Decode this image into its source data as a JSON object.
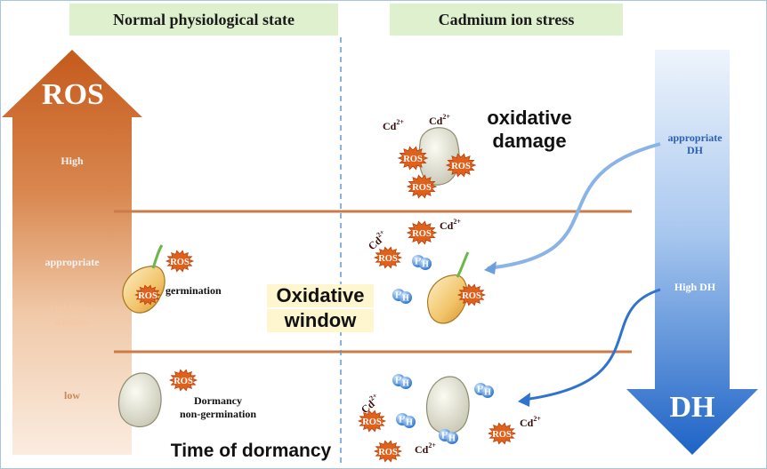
{
  "panels": {
    "left_title": "Normal physiological state",
    "right_title": "Cadmium ion stress"
  },
  "ros_axis": {
    "title": "ROS",
    "labels": {
      "high": "High",
      "appropriate": "appropriate",
      "oxidative": "Oxidative",
      "window": "window",
      "low": "low"
    }
  },
  "dh_axis": {
    "title": "DH",
    "labels": {
      "appropriate_line1": "appropriate",
      "appropriate_line2": "DH",
      "high": "High DH"
    }
  },
  "center": {
    "oxidative_damage_line1": "oxidative",
    "oxidative_damage_line2": "damage",
    "oxidative_window_line1": "Oxidative",
    "oxidative_window_line2": "window",
    "time_of_dormancy": "Time of dormancy"
  },
  "seed_labels": {
    "germination": "germination",
    "dormancy_line1": "Dormancy",
    "dormancy_line2": "non-germination"
  },
  "markers": {
    "ros": "ROS",
    "cd_base": "Cd",
    "cd_charge": "2+",
    "h": "H"
  },
  "colors": {
    "panel_label_bg": "#dff0cf",
    "ros_arrow": "#c8692a",
    "dh_arrow": "#1f66c9",
    "ros_burst": "#e0611c",
    "h_ball": "#4a8fe0",
    "level_line": "#c97c47"
  }
}
